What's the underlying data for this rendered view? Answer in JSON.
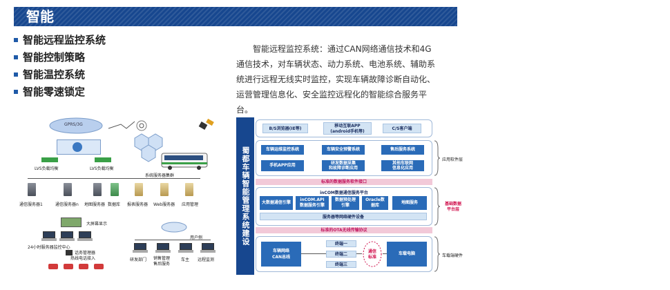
{
  "header": {
    "title": "智能"
  },
  "bullets": [
    "智能远程监控系统",
    "智能控制策略",
    "智能温控系统",
    "智能零速锁定"
  ],
  "description": "智能远程监控系统：通过CAN网络通信技术和4G通信技术，对车辆状态、动力系统、电池系统、辅助系统进行远程无线实时监控，实现车辆故障诊断自动化、运营管理信息化、安全监控远程化的智能综合服务平台。",
  "left_diagram": {
    "cloud_label": "GPRS/3G",
    "lvs_left": "LVS负载均衡",
    "lvs_right": "LVS负载均衡",
    "cluster_label": "系统服务器集群",
    "servers": [
      "通信服务器1",
      "通信服务器n",
      "地图服务器",
      "数据库",
      "报表服务器",
      "Web服务器",
      "应用管理"
    ],
    "big_screen": "大屏幕显示",
    "monitor_center": "24小时服务器监控中心",
    "call_manager_1": "话务管理器",
    "call_manager_2": "热线电话接入",
    "user_side": "用户侧",
    "clients": [
      "研发部门",
      "销售管理\n售后服务",
      "车主",
      "远程监测"
    ]
  },
  "architecture": {
    "vertical_title": "蜀都车辆智能管理系统建设",
    "top_row": [
      "B/S浏览器(IE等)",
      "移动互联APP\n(android手机等)",
      "C/S客户端"
    ],
    "app_row1": [
      "车辆运维监控系统",
      "车辆安全预警系统",
      "售后服务系统"
    ],
    "app_row2": [
      "手机APP应用",
      "研发数据采集\n和故障诊断应用",
      "其他车联网\n信息化应用"
    ],
    "app_label": "应用软件层",
    "interface_bar": "标准的数据服务软件接口",
    "platform_title": "inCOM数据通信服务平台",
    "platform_boxes": [
      "大数据通信引擎",
      "inCOM.API\n数据服务引擎",
      "数据预处理\n引擎",
      "Oracle数\n据库",
      "地图服务"
    ],
    "hardware_bar": "服务器等网络硬件设备",
    "platform_label": "基础数据\n平台层",
    "ota_bar": "标准的OTA无线传输协议",
    "vehicle_left": "车辆网络\nCAN总线",
    "terminals": [
      "终端一",
      "终端二",
      "终端三"
    ],
    "comm_standard": "通信\n标准",
    "vehicle_pc": "车载电脑",
    "vehicle_label": "车载端硬件"
  },
  "colors": {
    "title_bar": "#17478f",
    "accent": "#2a6bb8",
    "platform_label": "#d0104c"
  }
}
